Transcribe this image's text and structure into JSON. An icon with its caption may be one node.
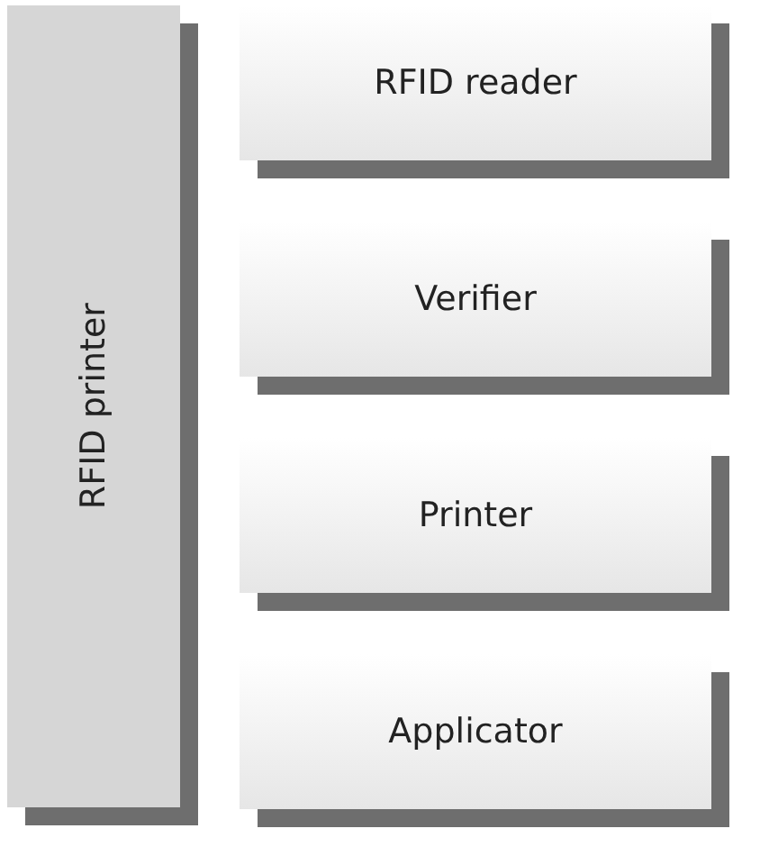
{
  "diagram": {
    "nodes": [
      {
        "text": [
          "RFID printer"
        ]
      },
      {
        "text": [
          "RFID reader"
        ]
      },
      {
        "text": [
          "Verifier"
        ]
      },
      {
        "text": [
          "Printer"
        ]
      },
      {
        "text": [
          "Applicator"
        ]
      }
    ],
    "edges": []
  }
}
